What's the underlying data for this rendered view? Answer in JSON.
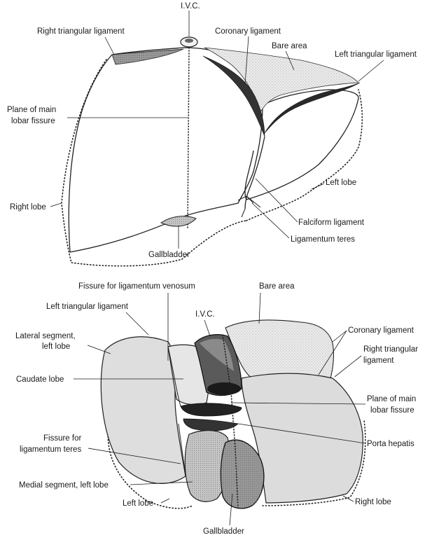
{
  "top_view": {
    "labels": {
      "ivc": "I.V.C.",
      "right_triangular_ligament": "Right triangular ligament",
      "coronary_ligament": "Coronary ligament",
      "bare_area": "Bare area",
      "left_triangular_ligament": "Left triangular ligament",
      "plane_main_lobar_fissure_1": "Plane of main",
      "plane_main_lobar_fissure_2": "lobar fissure",
      "left_lobe": "Left lobe",
      "right_lobe": "Right lobe",
      "falciform_ligament": "Falciform ligament",
      "ligamentum_teres": "Ligamentum teres",
      "gallbladder": "Gallbladder"
    }
  },
  "bottom_view": {
    "labels": {
      "fissure_lig_venosum": "Fissure for ligamentum venosum",
      "bare_area": "Bare area",
      "left_triangular_ligament": "Left triangular ligament",
      "ivc": "I.V.C.",
      "coronary_ligament": "Coronary ligament",
      "lateral_segment_1": "Lateral segment,",
      "lateral_segment_2": "left lobe",
      "right_triangular_1": "Right triangular",
      "right_triangular_2": "ligament",
      "caudate_lobe": "Caudate lobe",
      "plane_main_lobar_fissure_1": "Plane of main",
      "plane_main_lobar_fissure_2": "lobar fissure",
      "porta_hepatis": "Porta hepatis",
      "fissure_lig_teres_1": "Fissure for",
      "fissure_lig_teres_2": "ligamentum teres",
      "medial_segment": "Medial segment, left lobe",
      "left_lobe": "Left lobe",
      "right_lobe": "Right lobe",
      "gallbladder": "Gallbladder"
    }
  },
  "colors": {
    "ink": "#1a1a1a",
    "bare_area_fill": "#e4e4e4",
    "liver_gray": "#dcdcdc",
    "ivc_dark": "#555555",
    "gallbladder_fill": "#9a9a9a"
  }
}
